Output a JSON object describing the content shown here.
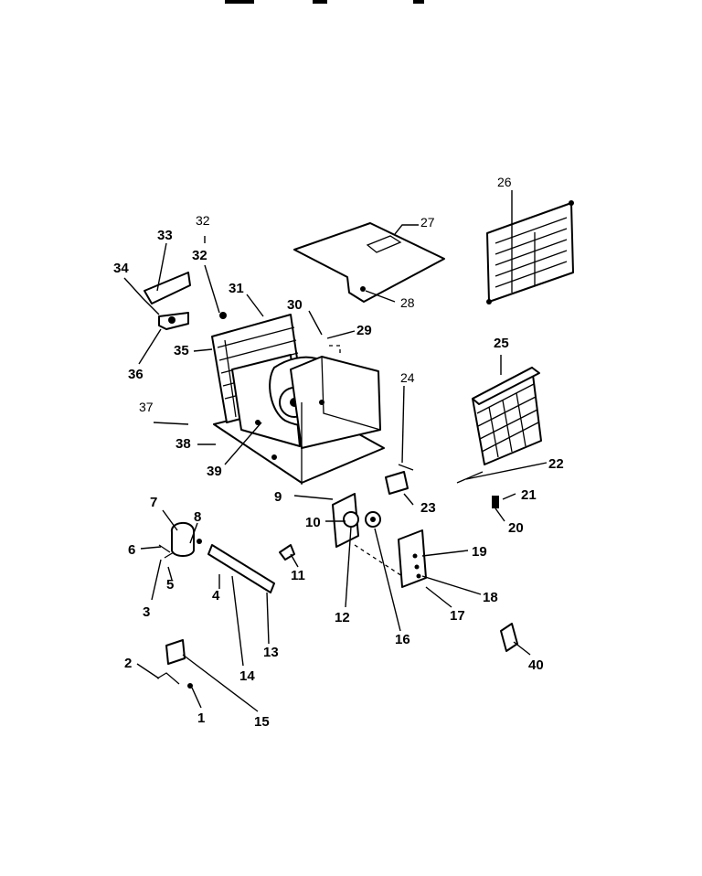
{
  "diagram": {
    "callouts": [
      {
        "id": "c1",
        "text": "1"
      },
      {
        "id": "c2",
        "text": "2"
      },
      {
        "id": "c3",
        "text": "3"
      },
      {
        "id": "c4",
        "text": "4"
      },
      {
        "id": "c5",
        "text": "5"
      },
      {
        "id": "c6",
        "text": "6"
      },
      {
        "id": "c7",
        "text": "7"
      },
      {
        "id": "c8",
        "text": "8"
      },
      {
        "id": "c9",
        "text": "9"
      },
      {
        "id": "c10",
        "text": "10"
      },
      {
        "id": "c11",
        "text": "11"
      },
      {
        "id": "c12",
        "text": "12"
      },
      {
        "id": "c13",
        "text": "13"
      },
      {
        "id": "c14",
        "text": "14"
      },
      {
        "id": "c15",
        "text": "15"
      },
      {
        "id": "c16",
        "text": "16"
      },
      {
        "id": "c17",
        "text": "17"
      },
      {
        "id": "c18",
        "text": "18"
      },
      {
        "id": "c19",
        "text": "19"
      },
      {
        "id": "c20",
        "text": "20"
      },
      {
        "id": "c21",
        "text": "21"
      },
      {
        "id": "c22",
        "text": "22"
      },
      {
        "id": "c23",
        "text": "23"
      },
      {
        "id": "c24",
        "text": "24"
      },
      {
        "id": "c25",
        "text": "25"
      },
      {
        "id": "c26",
        "text": "26"
      },
      {
        "id": "c27",
        "text": "27"
      },
      {
        "id": "c28",
        "text": "28"
      },
      {
        "id": "c29",
        "text": "29"
      },
      {
        "id": "c30",
        "text": "30"
      },
      {
        "id": "c31",
        "text": "31"
      },
      {
        "id": "c32a",
        "text": "32"
      },
      {
        "id": "c32b",
        "text": "32"
      },
      {
        "id": "c33",
        "text": "33"
      },
      {
        "id": "c34",
        "text": "34"
      },
      {
        "id": "c35",
        "text": "35"
      },
      {
        "id": "c36",
        "text": "36"
      },
      {
        "id": "c37",
        "text": "37"
      },
      {
        "id": "c38",
        "text": "38"
      },
      {
        "id": "c39",
        "text": "39"
      },
      {
        "id": "c40",
        "text": "40"
      }
    ],
    "colors": {
      "ink": "#000000",
      "paper": "#ffffff"
    }
  }
}
